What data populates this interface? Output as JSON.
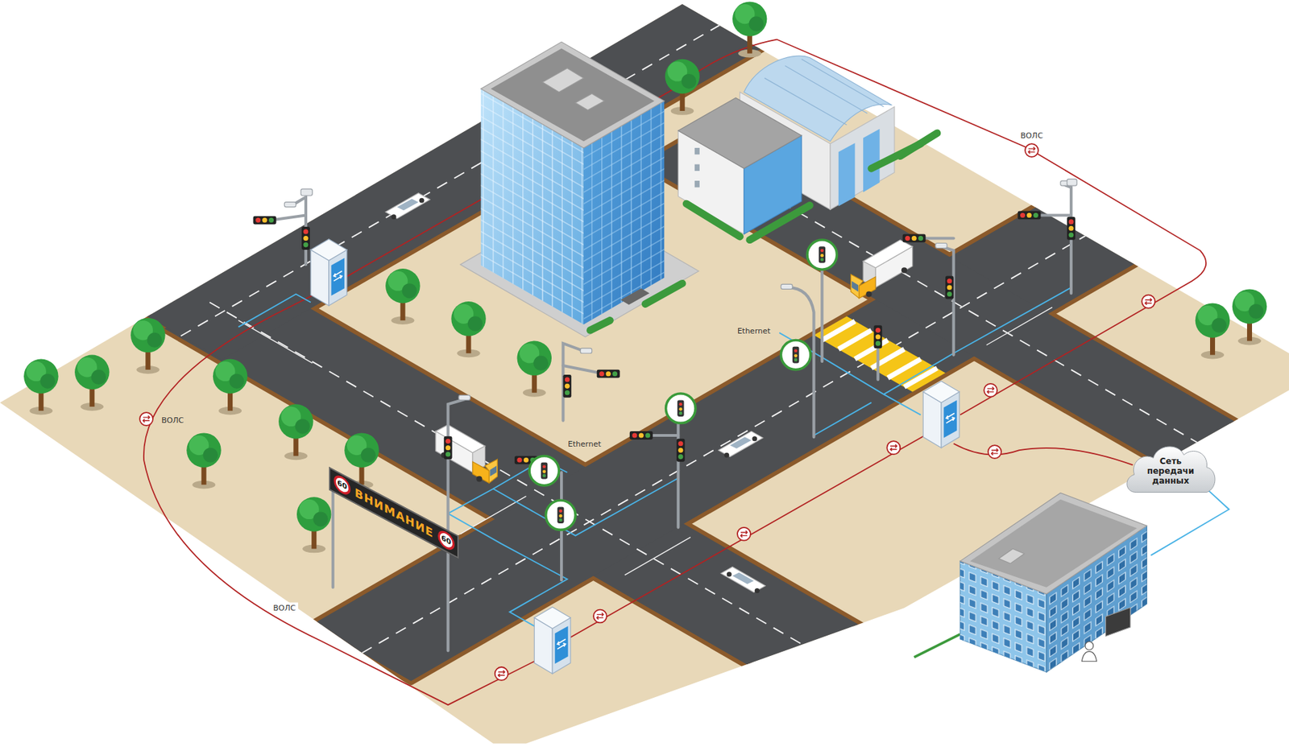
{
  "diagram": {
    "nodes": [
      {
        "text": [
          "ВНИМАНИЕ"
        ]
      },
      {
        "text": [
          "60"
        ],
        "in": 0
      },
      {
        "text": [
          "60"
        ],
        "in": 0
      },
      {
        "text": [
          "Сеть передачи данных"
        ]
      }
    ],
    "labels": [
      "ВОЛС",
      "ВОЛС",
      "ВОЛС",
      "Ethernet",
      "Ethernet"
    ]
  }
}
